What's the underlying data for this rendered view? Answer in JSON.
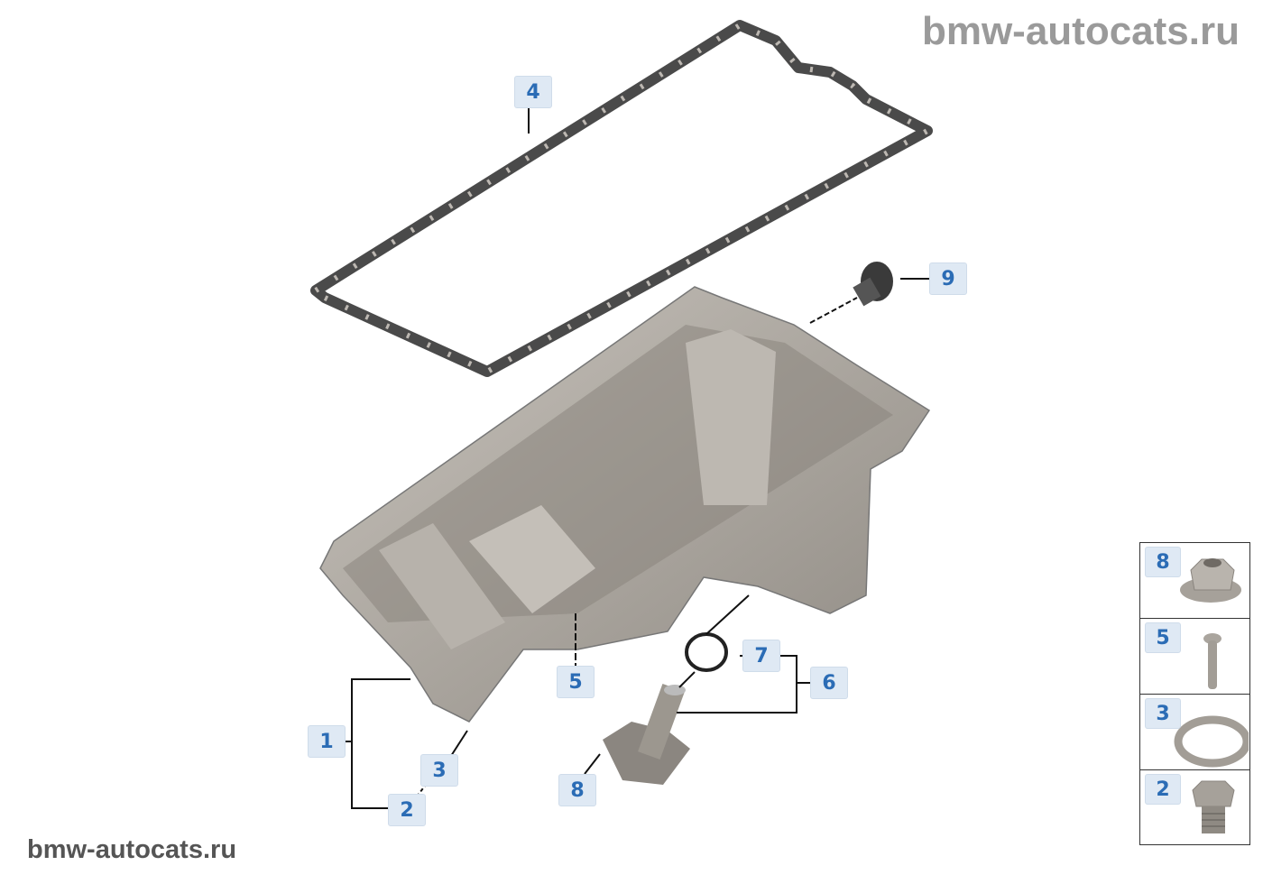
{
  "watermark_top": "bmw-autocats.ru",
  "watermark_bottom": "bmw-autocats.ru",
  "callouts": {
    "c4": "4",
    "c9": "9",
    "c5": "5",
    "c7": "7",
    "c6": "6",
    "c1": "1",
    "c3": "3",
    "c2": "2",
    "c8": "8"
  },
  "legend": [
    {
      "number": "8",
      "icon": "flange-nut-icon"
    },
    {
      "number": "5",
      "icon": "bolt-icon"
    },
    {
      "number": "3",
      "icon": "sealing-ring-icon"
    },
    {
      "number": "2",
      "icon": "drain-plug-icon"
    }
  ],
  "colors": {
    "callout_text": "#2b6cb5",
    "callout_bg": "#dfe9f4",
    "part_gray": "#a9a49d"
  }
}
